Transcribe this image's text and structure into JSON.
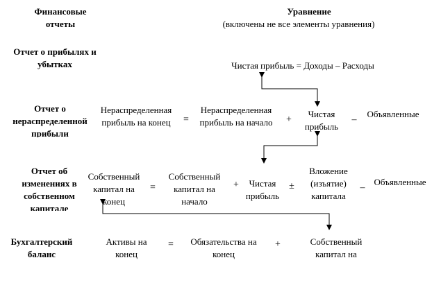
{
  "headers": {
    "left": "Финансовые отчеты",
    "right_title": "Уравнение",
    "right_subtitle": "(включены не все элементы уравнения)"
  },
  "rows": {
    "income": {
      "label": "Отчет о прибылях и убытках",
      "equation": "Чистая прибыль = Доходы – Расходы"
    },
    "retained": {
      "label": "Отчет о нераспределенной прибыли",
      "end": "Нераспределенная прибыль на конец",
      "eq": "=",
      "begin": "Нераспределенная прибыль на начало",
      "plus": "+",
      "net_income": "Чистая прибыль",
      "minus": "–",
      "dividends": "Объявленные"
    },
    "equity": {
      "label": "Отчет об изменениях в собственном капитале",
      "end": "Собственный капитал на конец",
      "eq": "=",
      "begin": "Собственный капитал на начало",
      "plus": "+",
      "net_income": "Чистая прибыль",
      "pm": "±",
      "contrib": "Вложение (изъятие) капитала",
      "minus": "–",
      "dividends": "Объявленные"
    },
    "balance": {
      "label": "Бухгалтерский баланс",
      "assets": "Активы на конец",
      "eq": "=",
      "liabilities": "Обязательства на конец",
      "plus": "+",
      "equity": "Собственный капитал на"
    }
  }
}
